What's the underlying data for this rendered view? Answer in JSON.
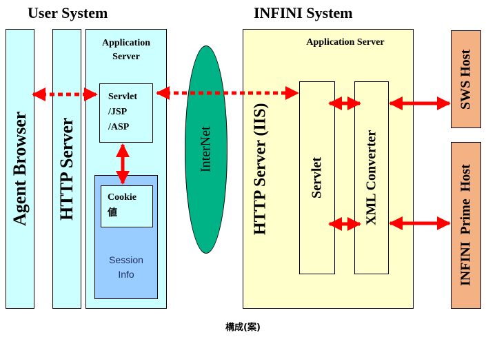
{
  "titles": {
    "user_system": "User System",
    "infini_system": "INFINI System"
  },
  "user": {
    "agent_browser": "Agent Browser",
    "http_server": "HTTP Server",
    "app_server_line1": "Application",
    "app_server_line2": "Server",
    "servlet_jsp_asp": [
      "Servlet",
      "/JSP",
      "/ASP"
    ],
    "cookie_line1": "Cookie",
    "cookie_line2": "値",
    "session_line1": "Session",
    "session_line2": "Info"
  },
  "internet": "InterNet",
  "infini": {
    "app_server": "Application Server",
    "http_server_iis": "HTTP Server (IIS)",
    "servlet": "Servlet",
    "xml_converter": "XML Converter"
  },
  "hosts": {
    "sws": "SWS Host",
    "prime": "INFINI  Prime  Host"
  },
  "caption": "構成(案)",
  "colors": {
    "arrow": "#ff0000",
    "cyan": "#ccffff",
    "yellow": "#ffffcc",
    "orange": "#f4b183",
    "internet": "#00b386",
    "session_box": "#99ccff"
  }
}
